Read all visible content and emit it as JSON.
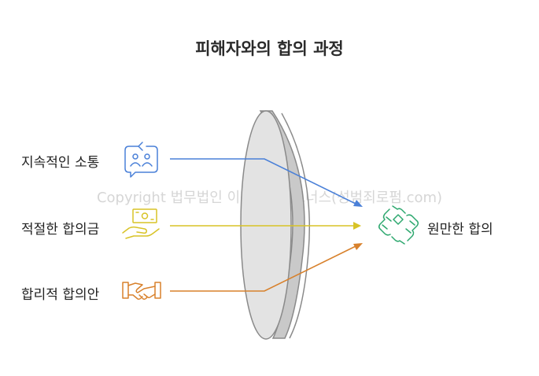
{
  "title": "피해자와의 합의 과정",
  "watermark": "Copyright 법무법인 이승혜앤파트너스(성범죄로펌.com)",
  "inputs": [
    {
      "label": "지속적인 소통",
      "icon": "communication-icon",
      "color": "#4a80d8"
    },
    {
      "label": "적절한 합의금",
      "icon": "money-hand-icon",
      "color": "#d8c326"
    },
    {
      "label": "합리적 합의안",
      "icon": "handshake-icon",
      "color": "#d8812c"
    }
  ],
  "output": {
    "label": "원만한 합의",
    "icon": "agreement-hands-icon",
    "color": "#2ea86f"
  }
}
